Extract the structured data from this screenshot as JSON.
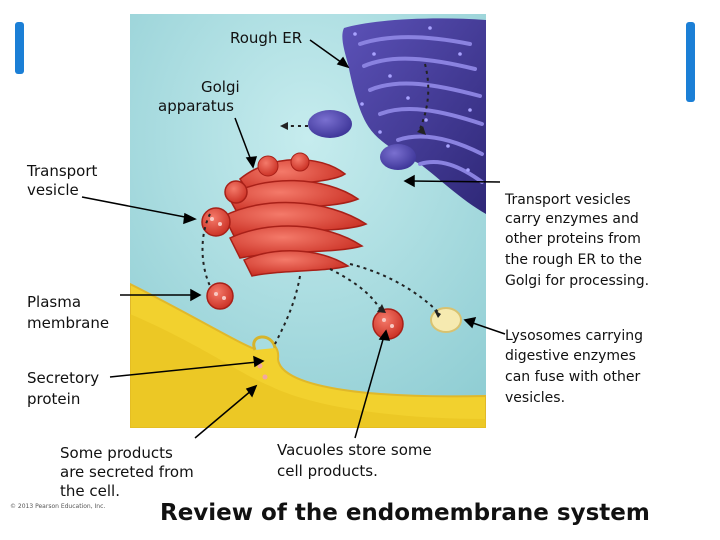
{
  "labels": {
    "rough_er": "Rough ER",
    "golgi_line1": "Golgi",
    "golgi_line2": "apparatus",
    "transport_line1": "Transport",
    "transport_line2": "vesicle",
    "plasma_line1": "Plasma",
    "plasma_line2": "membrane",
    "secretory_line1": "Secretory",
    "secretory_line2": "protein",
    "secreted_line1": "Some products",
    "secreted_line2": "are secreted from",
    "secreted_line3": "the cell.",
    "vacuoles_line1": "Vacuoles store some",
    "vacuoles_line2": "cell products.",
    "tv_desc_line1": "Transport vesicles",
    "tv_desc_line2": "carry enzymes and",
    "tv_desc_line3": "other proteins from",
    "tv_desc_line4": "the rough ER to the",
    "tv_desc_line5": "Golgi for processing.",
    "lys_line1": "Lysosomes carrying",
    "lys_line2": "digestive enzymes",
    "lys_line3": "can fuse with other",
    "lys_line4": "vesicles."
  },
  "title": "Review of the endomembrane system",
  "copyright": "© 2013 Pearson Education, Inc.",
  "colors": {
    "accent": "#1b7fd6",
    "cytoplasm": "#a8dde0",
    "extracellular": "#f2d12e",
    "rough_er": "#4a3f9e",
    "golgi": "#e04a3a",
    "lysosome": "#f6eab0"
  }
}
